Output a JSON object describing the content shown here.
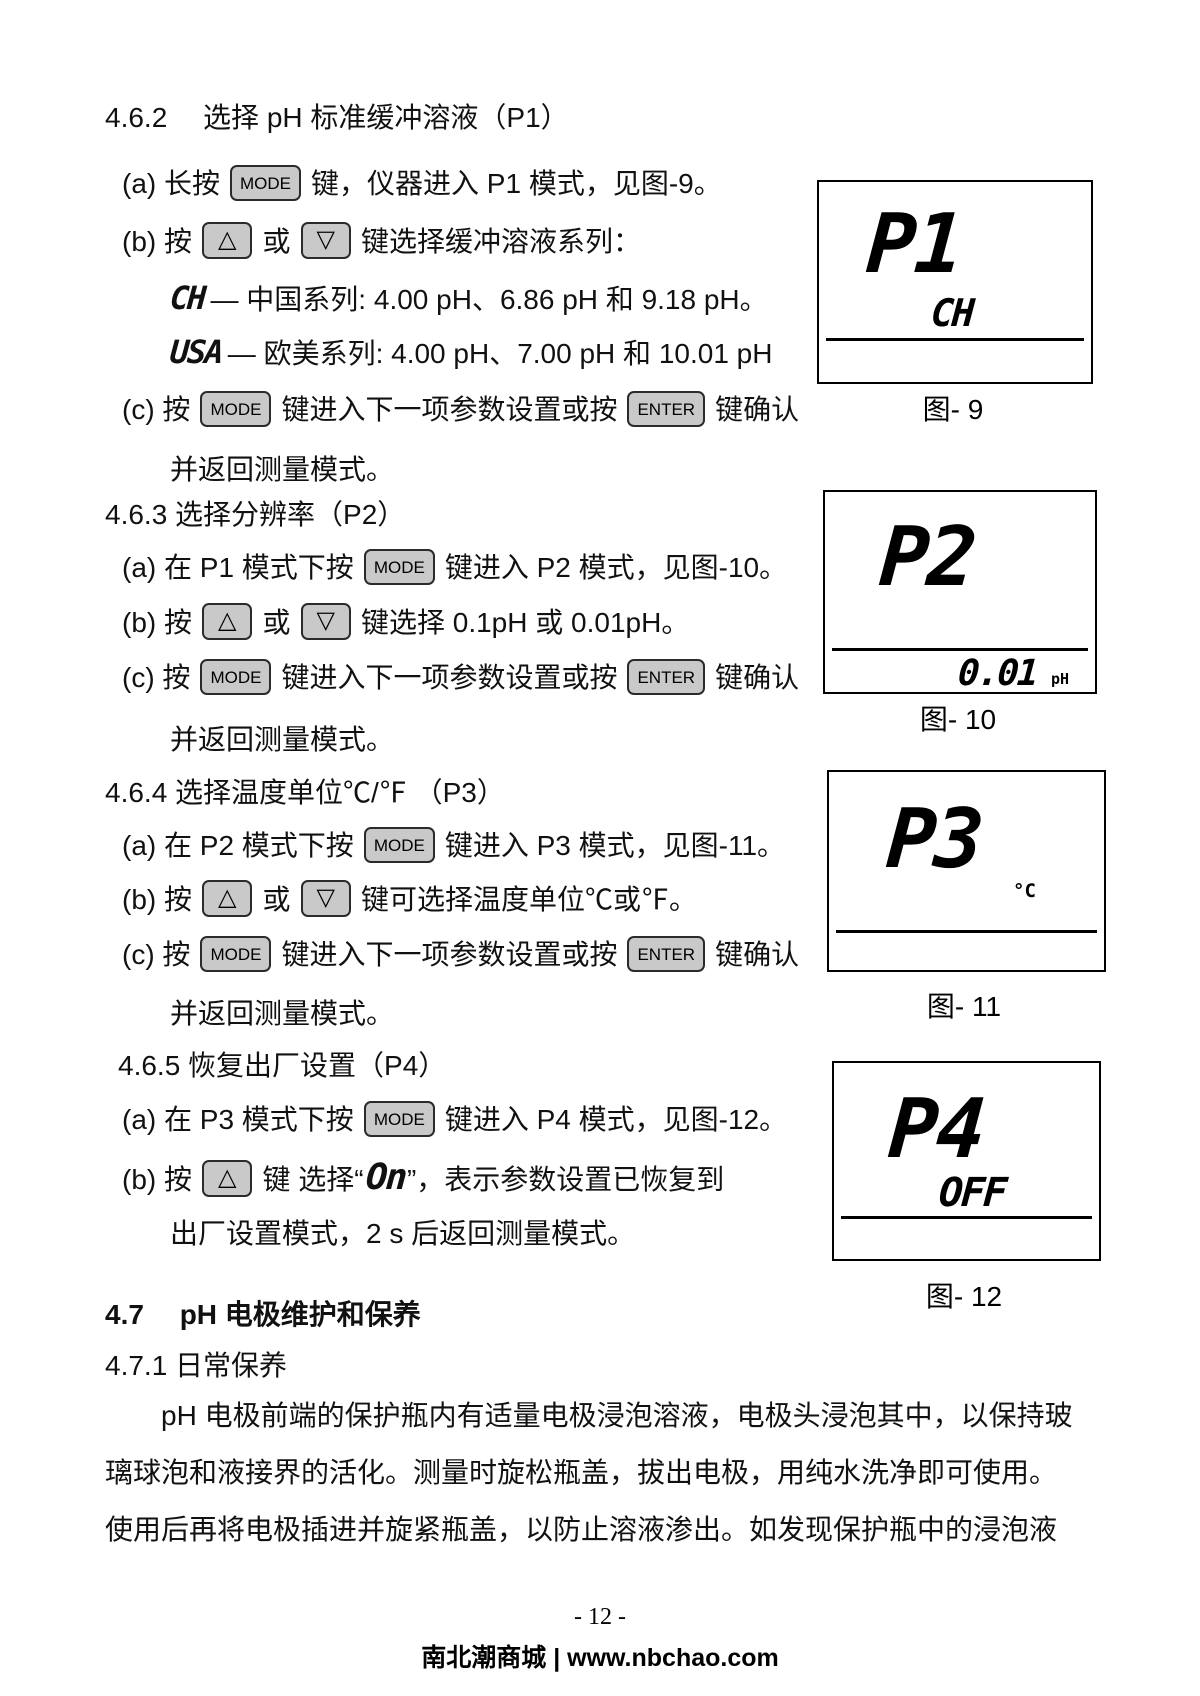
{
  "buttons": {
    "mode": "MODE",
    "enter": "ENTER",
    "up": "△",
    "down": "▽"
  },
  "sections": {
    "s462": {
      "title": "4.6.2　 选择 pH 标准缓冲溶液（P1）",
      "a_pre": "(a) 长按",
      "a_post": "键，仪器进入 P1 模式，见图-9。",
      "b_pre": "(b) 按",
      "b_mid": "或",
      "b_post": "键选择缓冲溶液系列：",
      "ch_seg": "CH",
      "ch_text": "— 中国系列: 4.00 pH、6.86 pH 和 9.18 pH。",
      "usa_seg": "USA",
      "usa_text": "— 欧美系列: 4.00 pH、7.00 pH 和 10.01 pH",
      "c_pre": "(c) 按",
      "c_mid": "键进入下一项参数设置或按",
      "c_post": "键确认",
      "cont": "并返回测量模式。"
    },
    "s463": {
      "title": "4.6.3 选择分辨率（P2）",
      "a_pre": "(a) 在 P1 模式下按",
      "a_post": "键进入 P2 模式，见图-10。",
      "b_pre": "(b) 按",
      "b_mid": "或",
      "b_post": "键选择 0.1pH 或 0.01pH。",
      "c_pre": "(c) 按",
      "c_mid": "键进入下一项参数设置或按",
      "c_post": "键确认",
      "cont": "并返回测量模式。"
    },
    "s464": {
      "title": "4.6.4 选择温度单位℃/℉ （P3）",
      "a_pre": "(a) 在 P2 模式下按",
      "a_post": "键进入 P3 模式，见图-11。",
      "b_pre": "(b) 按",
      "b_mid": "或",
      "b_post": "键可选择温度单位℃或℉。",
      "c_pre": "(c) 按",
      "c_mid": "键进入下一项参数设置或按",
      "c_post": "键确认",
      "cont": "并返回测量模式。"
    },
    "s465": {
      "title": "4.6.5 恢复出厂设置（P4）",
      "a_pre": "(a) 在 P3 模式下按",
      "a_post": "键进入 P4 模式，见图-12。",
      "b_pre": "(b) 按",
      "b_mid": "键 选择“",
      "b_seg": "On",
      "b_post": "”，表示参数设置已恢复到",
      "cont": "出厂设置模式，2 s 后返回测量模式。"
    },
    "s47": {
      "title": "4.7　  pH 电极维护和保养"
    },
    "s471": {
      "title": "4.7.1 日常保养"
    },
    "paragraph": {
      "line1": "pH 电极前端的保护瓶内有适量电极浸泡溶液，电极头浸泡其中，以保持玻",
      "line2": "璃球泡和液接界的活化。测量时旋松瓶盖，拔出电极，用纯水洗净即可使用。",
      "line3": "使用后再将电极插进并旋紧瓶盖，以防止溶液渗出。如发现保护瓶中的浸泡液"
    }
  },
  "figures": {
    "fig9": {
      "big": "P1",
      "sub": "CH",
      "caption": "图- 9"
    },
    "fig10": {
      "big": "P2",
      "value": "0.01",
      "unit": "pH",
      "caption": "图- 10"
    },
    "fig11": {
      "big": "P3",
      "unit": "°C",
      "caption": "图- 11"
    },
    "fig12": {
      "big": "P4",
      "sub": "OFF",
      "caption": "图- 12"
    }
  },
  "footer": {
    "page_number": "- 12 -",
    "site": "南北潮商城 | www.nbchao.com"
  }
}
